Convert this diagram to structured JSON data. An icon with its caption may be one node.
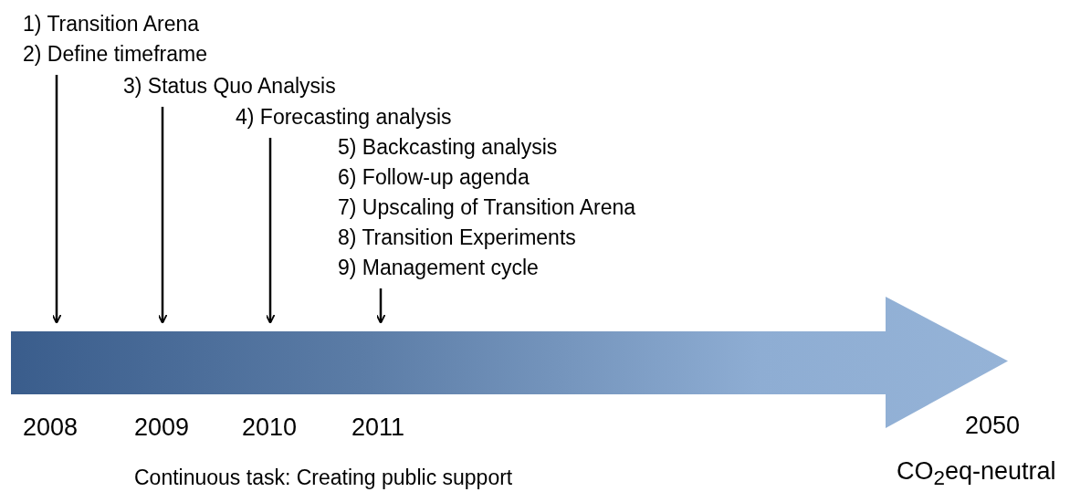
{
  "diagram": {
    "nodes": [
      {
        "text": [
          "1) Transition Arena",
          "2) Define timeframe"
        ]
      },
      {
        "text": [
          "3) Status Quo Analysis"
        ]
      },
      {
        "text": [
          "4) Forecasting analysis"
        ]
      },
      {
        "text": [
          "5) Backcasting analysis",
          "6) Follow-up agenda",
          "7) Upscaling of Transition Arena",
          "8) Transition Experiments",
          "9) Management cycle"
        ]
      },
      {
        "text": [],
        "shape": "arrow"
      }
    ],
    "edges": [
      {
        "from": 0,
        "to": 4,
        "arrow": "to"
      },
      {
        "from": 1,
        "to": 4,
        "arrow": "to"
      },
      {
        "from": 2,
        "to": 4,
        "arrow": "to"
      },
      {
        "from": 3,
        "to": 4,
        "arrow": "to"
      }
    ],
    "labels": [
      "2008",
      "2009",
      "2010",
      "2011",
      "2050",
      "Continuous task: Creating public support",
      "CO$_{2}$eq-neutral"
    ]
  }
}
